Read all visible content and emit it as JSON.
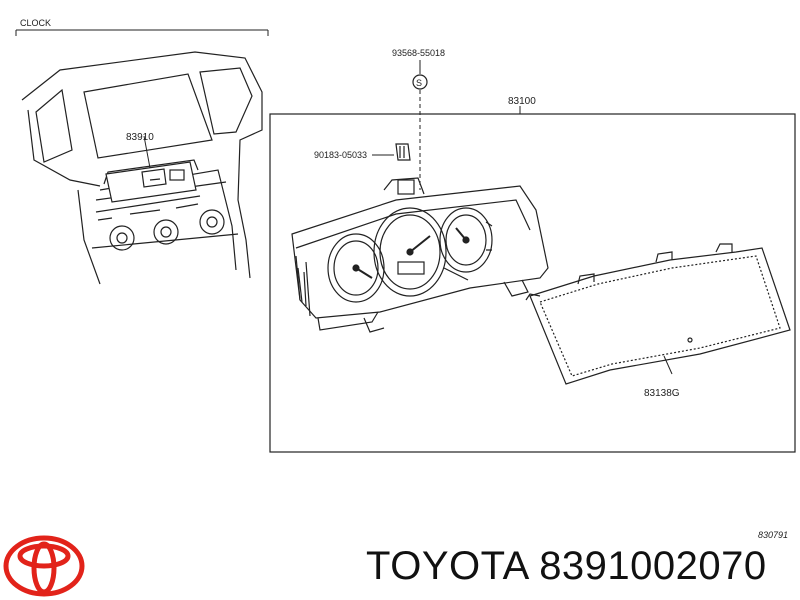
{
  "diagram": {
    "section_label": "CLOCK",
    "parts": {
      "clock": "83910",
      "screw_part": "93568-55018",
      "screw_symbol": "S",
      "clip": "90183-05033",
      "meter_assy": "83100",
      "glass": "83138G"
    },
    "figure_code": "830791"
  },
  "footer": {
    "brand": "TOYOTA",
    "part_number": "8391002070"
  },
  "colors": {
    "logo_red": "#e2231a",
    "line": "#222222"
  },
  "icons": {
    "logo": "toyota-logo-icon"
  }
}
